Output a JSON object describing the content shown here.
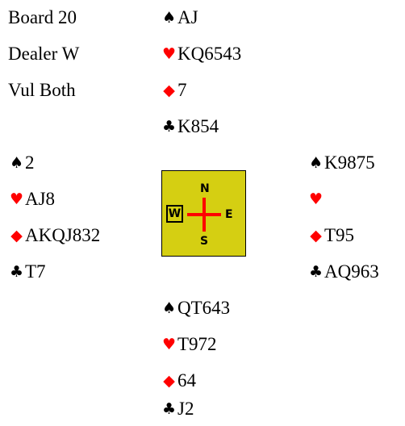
{
  "board_info": {
    "board": "Board 20",
    "dealer": "Dealer W",
    "vulnerability": "Vul Both"
  },
  "suit_colors": {
    "spade": "#000000",
    "heart": "#ff0000",
    "diamond": "#ff0000",
    "club": "#000000"
  },
  "suit_symbols": {
    "spade": "♠",
    "heart": "♥",
    "diamond": "◆",
    "club": "♣"
  },
  "hands": {
    "north": {
      "spades": "AJ",
      "hearts": "KQ6543",
      "diamonds": "7",
      "clubs": "K854"
    },
    "west": {
      "spades": "2",
      "hearts": "AJ8",
      "diamonds": "AKQJ832",
      "clubs": "T7"
    },
    "east": {
      "spades": "K9875",
      "hearts": "",
      "diamonds": "T95",
      "clubs": "AQ963"
    },
    "south": {
      "spades": "QT643",
      "hearts": "T972",
      "diamonds": "64",
      "clubs": "J2"
    }
  },
  "compass": {
    "north": "N",
    "south": "S",
    "east": "E",
    "west": "W",
    "dealer": "W",
    "background": "#d5cf12",
    "cross_color": "#ff0000"
  }
}
